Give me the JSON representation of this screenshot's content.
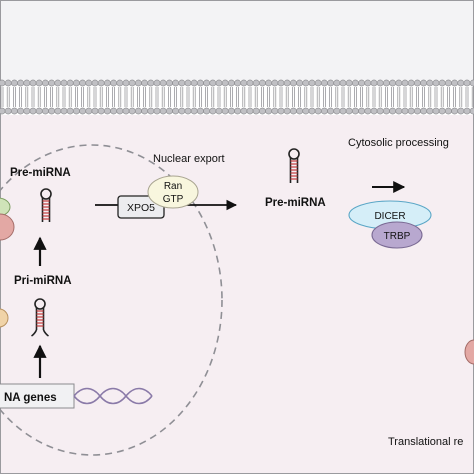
{
  "labels": {
    "pre_mirna_nucleus": "Pre-miRNA",
    "pri_mirna": "Pri-miRNA",
    "mirna_genes": "NA genes",
    "nuclear_export": "Nuclear export",
    "xpo5": "XPO5",
    "ran": "Ran",
    "gtp": "GTP",
    "pre_mirna_cytosol": "Pre-miRNA",
    "cytosolic_processing": "Cytosolic processing",
    "dicer": "DICER",
    "trbp": "TRBP",
    "translational_repression": "Translational re"
  },
  "colors": {
    "background_top": "#f3f3f5",
    "cytoplasm": "#f6eef2",
    "membrane_head": "#c0c0c4",
    "membrane_edge": "#8a8a8e",
    "nucleus_border": "#8f8f95",
    "dicer_fill": "#d5eef8",
    "trbp_fill": "#b8a8cf",
    "ran_gtp_fill": "#f8f6de",
    "dna_strand": "#8a7aa8",
    "gene_box": "#f1f1f3",
    "ellipse_green": "#cfe3b8",
    "ellipse_pink": "#e3a8a4",
    "ellipse_orange": "#f0d3a8",
    "stem_red": "#c53a3a"
  }
}
